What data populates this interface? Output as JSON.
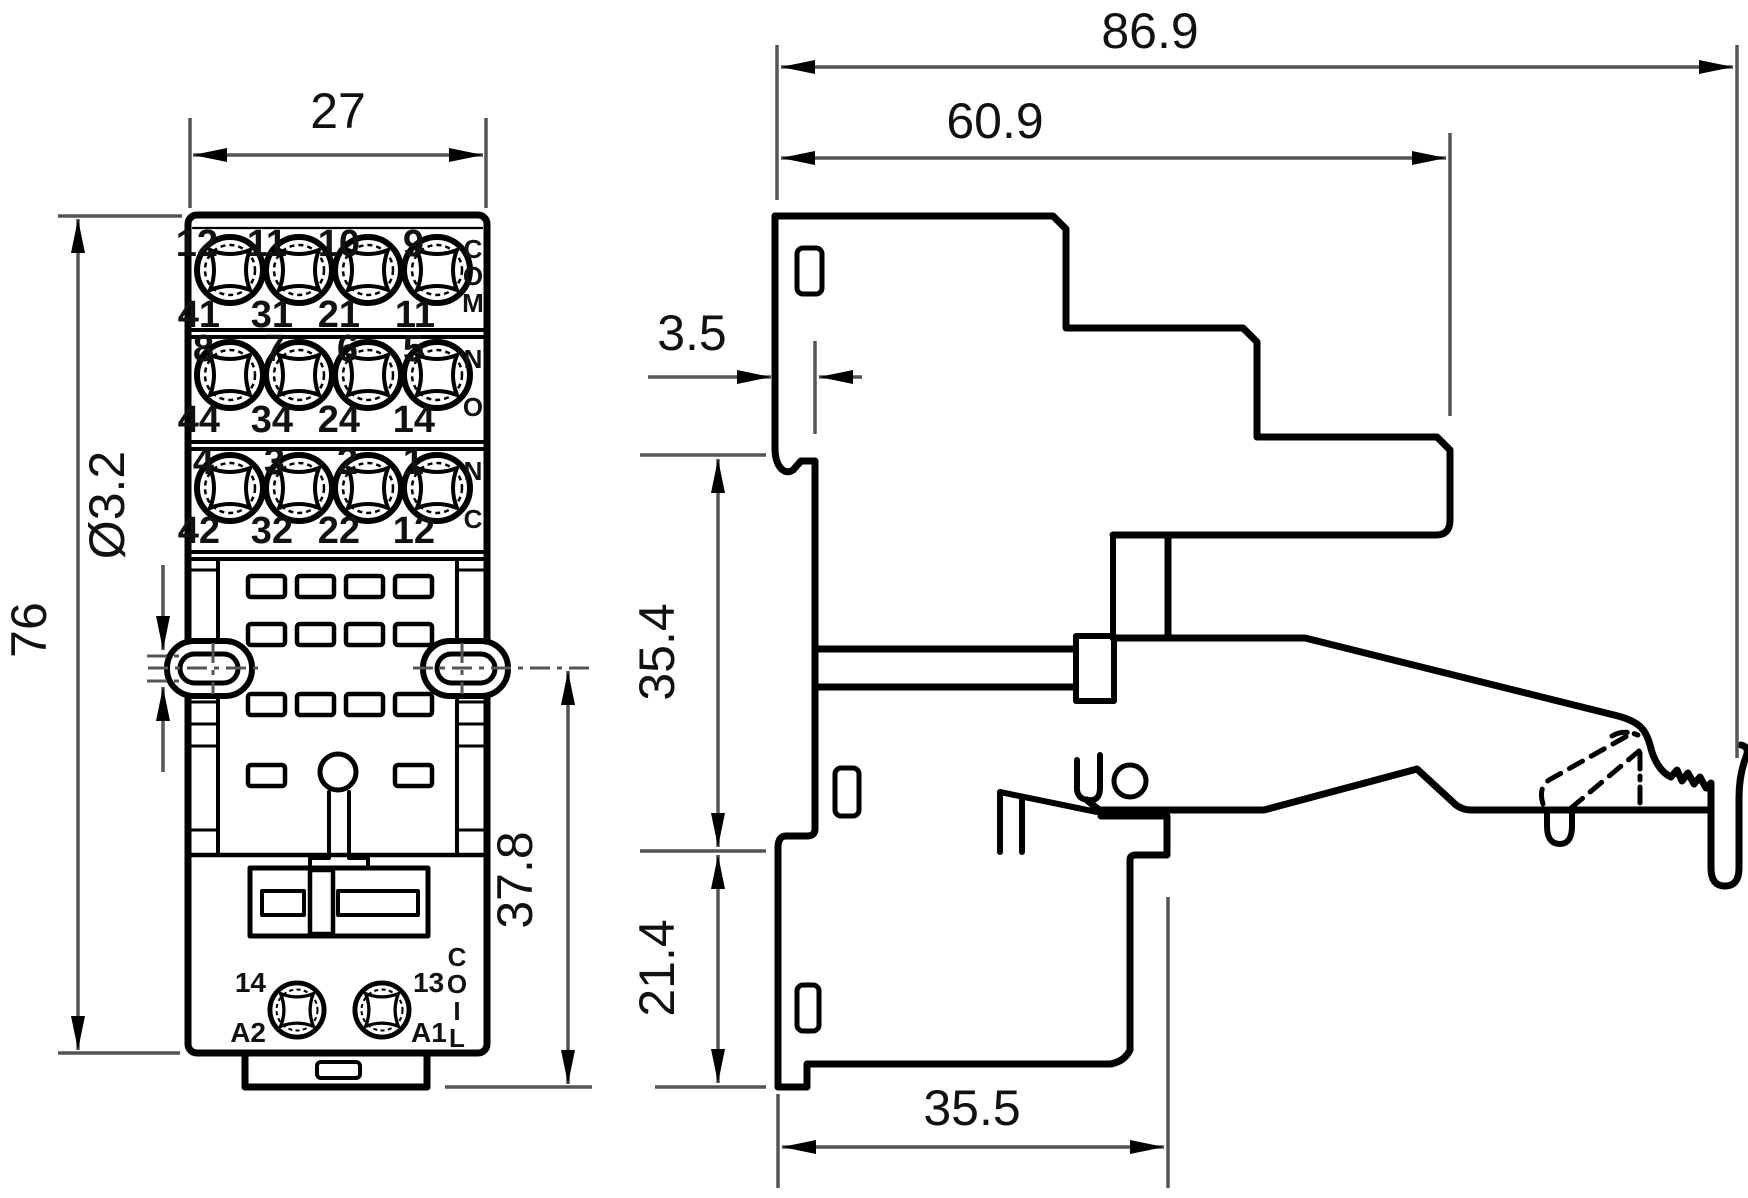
{
  "front_view": {
    "terminal_rows": [
      {
        "top": [
          "12",
          "11",
          "10",
          "9"
        ],
        "bottom": [
          "41",
          "31",
          "21",
          "11"
        ],
        "side_label": "COM"
      },
      {
        "top": [
          "8",
          "7",
          "6",
          "5"
        ],
        "bottom": [
          "44",
          "34",
          "24",
          "14"
        ],
        "side_label": "NO"
      },
      {
        "top": [
          "4",
          "3",
          "2",
          "1"
        ],
        "bottom": [
          "42",
          "32",
          "22",
          "12"
        ],
        "side_label": "NC"
      }
    ],
    "coil": {
      "top": [
        "14",
        "13"
      ],
      "bottom": [
        "A2",
        "A1"
      ],
      "side_label": "COIL"
    },
    "dimensions": {
      "width": "27",
      "height": "76",
      "hole_diameter": "Ø3.2",
      "hole_to_bottom": "37.8"
    }
  },
  "side_view": {
    "dimensions": {
      "total_width": "86.9",
      "body_width": "60.9",
      "rail_offset": "3.5",
      "upper_height": "35.4",
      "lower_height": "21.4",
      "base_width": "35.5"
    }
  },
  "colors": {
    "line": "#000000",
    "dimension_line": "#555555",
    "background": "#ffffff"
  }
}
